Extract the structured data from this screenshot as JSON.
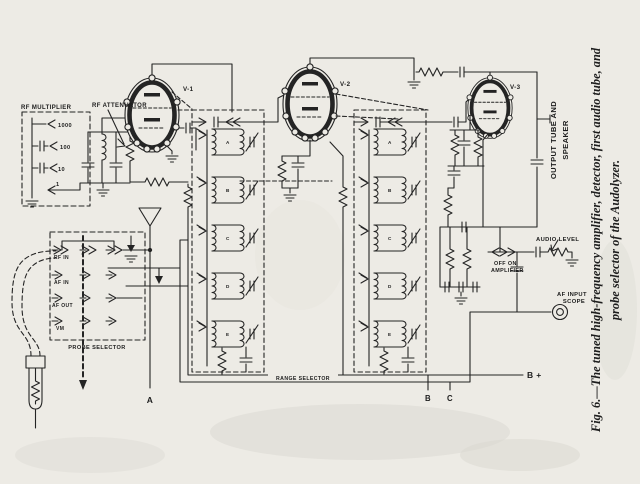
{
  "figure": {
    "caption_line1": "Fig. 6.—The tuned high-frequency amplifier, detector, first audio tube, and",
    "caption_line2": "probe selector of the Audolyzer."
  },
  "labels": {
    "rf_multiplier": "RF MULTIPLIER",
    "rf_attenuator": "RF ATTENUATOR",
    "mult_1000": "1000",
    "mult_100": "100",
    "mult_10": "10",
    "mult_1": "1",
    "tube_v1": "V-1",
    "tube_v2": "V-2",
    "tube_v3": "V-3",
    "output_line1": "OUTPUT TUBE AND",
    "output_line2": "SPEAKER",
    "audio_level": "AUDIO LEVEL",
    "off_on": "OFF  ON",
    "amplifier": "AMPLIFIER",
    "af_input": "AF INPUT",
    "scope": "SCOPE",
    "b_plus": "B +",
    "term_a": "A",
    "term_b": "B",
    "term_c": "C",
    "probe_selector": "PROBE SELECTOR",
    "range_selector": "RANGE SELECTOR",
    "row_rf_in": "RF IN",
    "row_af_in": "AF IN",
    "row_af_out": "AF OUT",
    "row_vm": "VM",
    "coil_a": "A",
    "coil_b": "B",
    "coil_c": "C",
    "coil_d": "D",
    "coil_e": "E"
  },
  "colors": {
    "ink": "#232323",
    "paper": "#edebe5"
  }
}
